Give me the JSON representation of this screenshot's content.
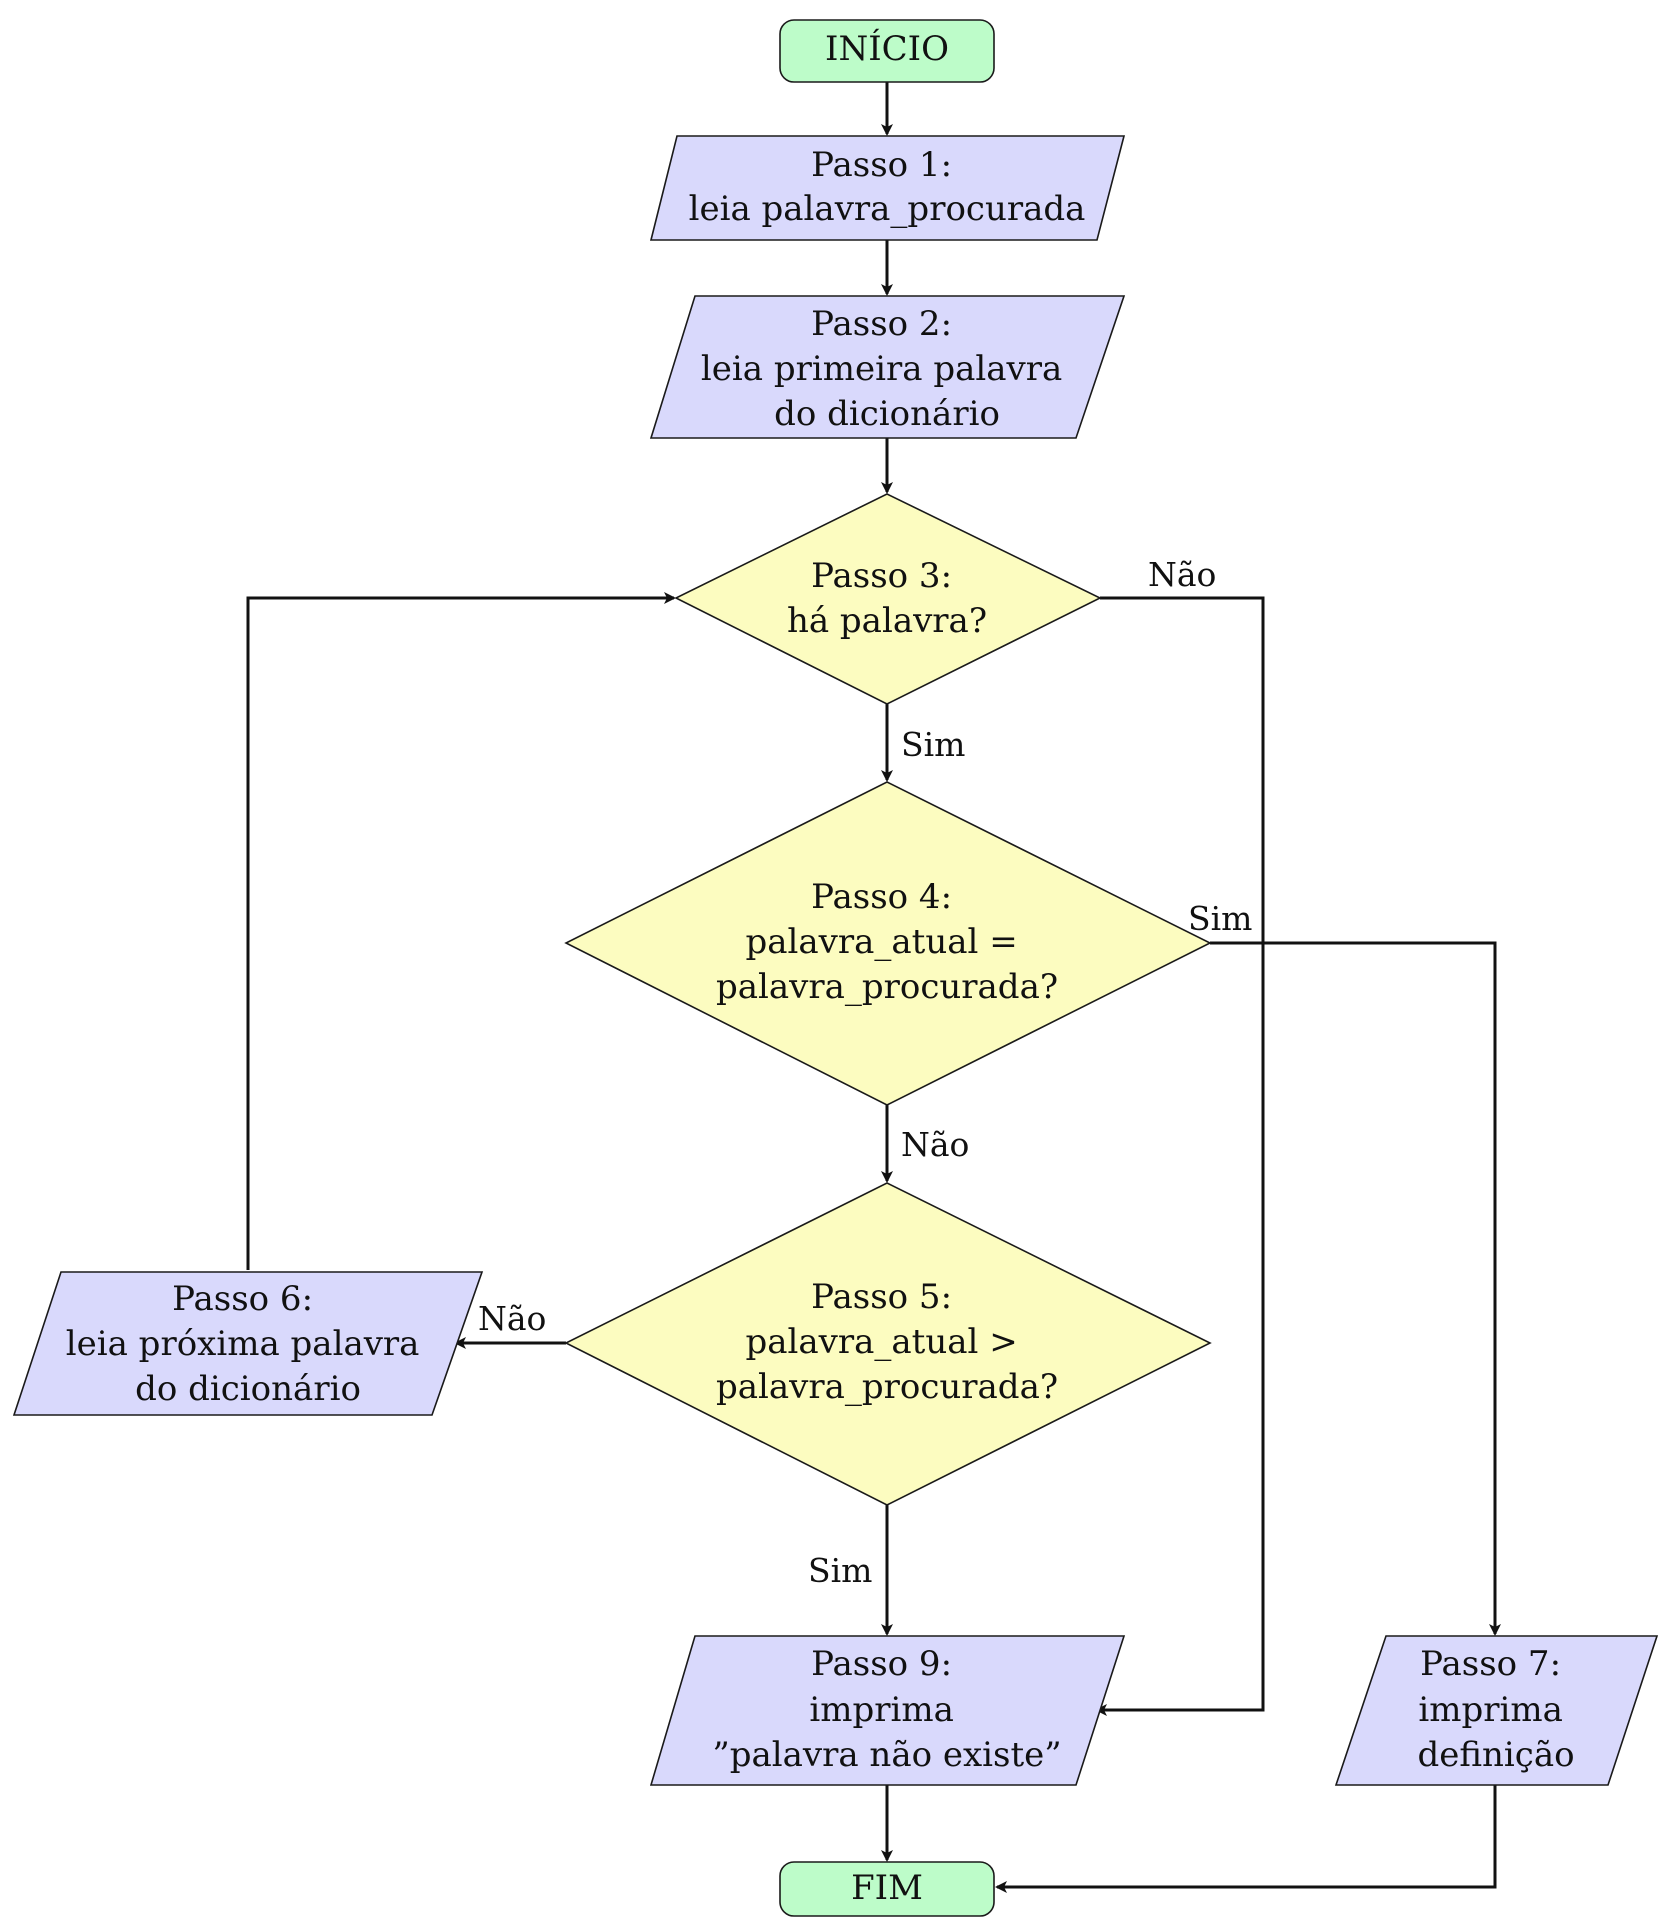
{
  "colors": {
    "terminal_fill": "#bdfcc9",
    "io_fill": "#d9d9fc",
    "decision_fill": "#fcfcc0",
    "line": "#111111"
  },
  "nodes": {
    "inicio": {
      "lines": [
        "INÍCIO"
      ]
    },
    "passo1": {
      "lines": [
        "Passo 1:",
        "leia palavra_procurada"
      ]
    },
    "passo2": {
      "lines": [
        "Passo 2:",
        "leia primeira palavra",
        "do dicionário"
      ]
    },
    "passo3": {
      "lines": [
        "Passo 3:",
        "há palavra?"
      ]
    },
    "passo4": {
      "lines": [
        "Passo 4:",
        "palavra_atual =",
        "palavra_procurada?"
      ]
    },
    "passo5": {
      "lines": [
        "Passo 5:",
        "palavra_atual >",
        "palavra_procurada?"
      ]
    },
    "passo6": {
      "lines": [
        "Passo 6:",
        "leia próxima palavra",
        "do dicionário"
      ]
    },
    "passo9": {
      "lines": [
        "Passo 9:",
        "imprima",
        "”palavra não existe”"
      ]
    },
    "passo7": {
      "lines": [
        "Passo 7:",
        "imprima",
        "definição"
      ]
    },
    "fim": {
      "lines": [
        "FIM"
      ]
    }
  },
  "edge_labels": {
    "p3_nao": "Não",
    "p3_sim": "Sim",
    "p4_sim": "Sim",
    "p4_nao": "Não",
    "p5_nao": "Não",
    "p5_sim": "Sim"
  }
}
